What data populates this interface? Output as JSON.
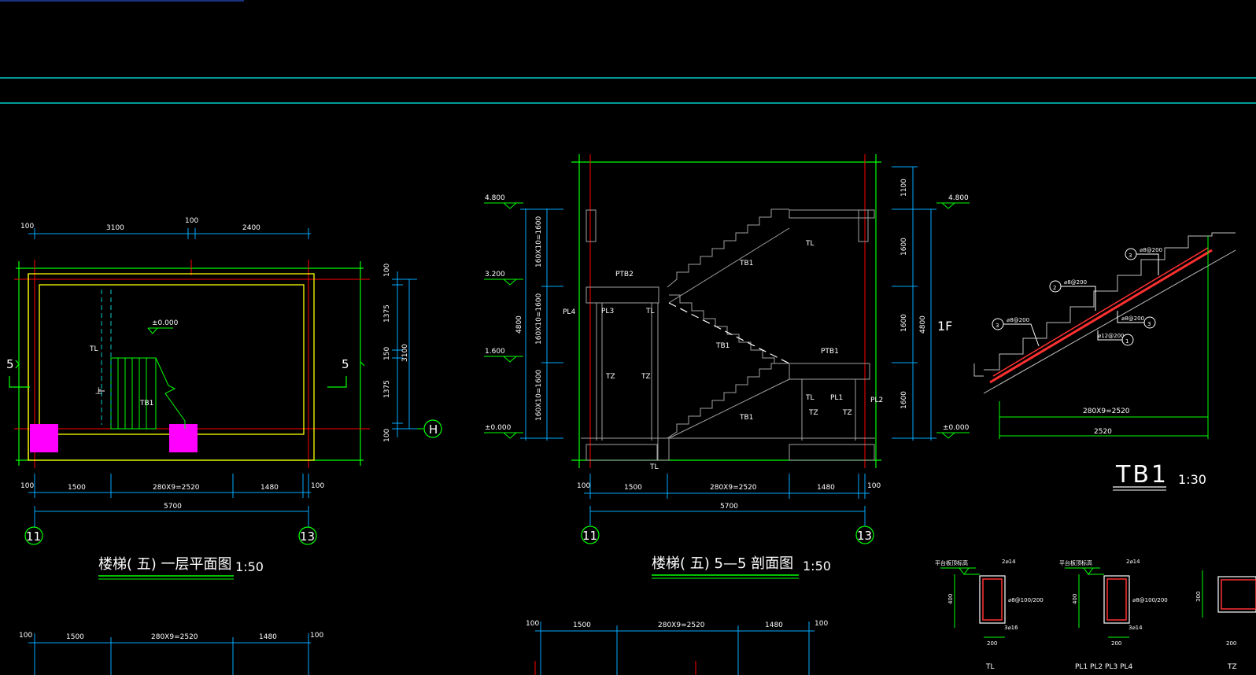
{
  "colors": {
    "background": "#000000",
    "dimension": "#00aaff",
    "outline": "#00ff00",
    "axis": "#ff0000",
    "wall": "#ffff00",
    "column": "#ff00ff",
    "stair": "#ffffff",
    "guide": "#00cccc",
    "rebar": "#ff3030"
  },
  "plan": {
    "title": "楼梯( 五) 一层平面图",
    "scale": "1:50",
    "top_dims": [
      "100",
      "3100",
      "100",
      "2400"
    ],
    "bottom_dims": [
      "100",
      "1500",
      "280X9=2520",
      "1480",
      "100"
    ],
    "total": "5700",
    "right_dims": [
      "100",
      "1375",
      "150",
      "1375",
      "100"
    ],
    "right_total": "3100",
    "axes": [
      "11",
      "13",
      "H"
    ],
    "section_mark": "5",
    "elevation": "±0.000",
    "labels": [
      "TL",
      "TB1",
      "上"
    ]
  },
  "section": {
    "title": "楼梯( 五) 5—5 剖面图",
    "scale": "1:50",
    "levels": [
      "4.800",
      "3.200",
      "1.600",
      "±0.000"
    ],
    "right_levels": [
      "4.800",
      "±0.000"
    ],
    "left_dims": [
      "160X10=1600",
      "160X10=1600",
      "160X10=1600"
    ],
    "left_total": "4800",
    "right_dims": [
      "1100",
      "1600",
      "1600",
      "1600"
    ],
    "right_total": "4800",
    "floor": "1F",
    "bottom_dims": [
      "100",
      "1500",
      "280X9=2520",
      "1480",
      "100"
    ],
    "total": "5700",
    "axes": [
      "11",
      "13"
    ],
    "labels": [
      "PTB2",
      "PL4",
      "PL3",
      "TL",
      "TZ",
      "TZ",
      "TB1",
      "TB1",
      "TB1",
      "TL",
      "PTB1",
      "TL",
      "PL1",
      "PL2",
      "TZ",
      "TZ",
      "TL"
    ]
  },
  "detail": {
    "title": "TB1",
    "scale": "1:30",
    "dims": [
      "280X9=2520",
      "2520"
    ],
    "markers": [
      "3",
      "2",
      "3",
      "3",
      "1"
    ],
    "rebar_notes": [
      "⌀8@200",
      "⌀8@200",
      "⌀8@200",
      "⌀8@200",
      "⌀12@200"
    ]
  },
  "beams": {
    "beam1": {
      "note": "平台板顶标高",
      "top": "2⌀14",
      "stirrup": "⌀8@100/200",
      "bottom": "3⌀16",
      "height": "400",
      "width": "200",
      "name": "TL"
    },
    "beam2": {
      "note": "平台板顶标高",
      "top": "2⌀14",
      "stirrup": "⌀8@100/200",
      "bottom": "3⌀14",
      "height": "400",
      "width": "200",
      "name": "PL1 PL2 PL3 PL4"
    },
    "beam3": {
      "height": "300",
      "width": "200",
      "name": "TZ"
    }
  },
  "lower_strip": {
    "plan_dims": [
      "100",
      "1500",
      "280X9=2520",
      "1480",
      "100"
    ],
    "section_dims": [
      "100",
      "1500",
      "280X9=2520",
      "1480",
      "100"
    ]
  }
}
